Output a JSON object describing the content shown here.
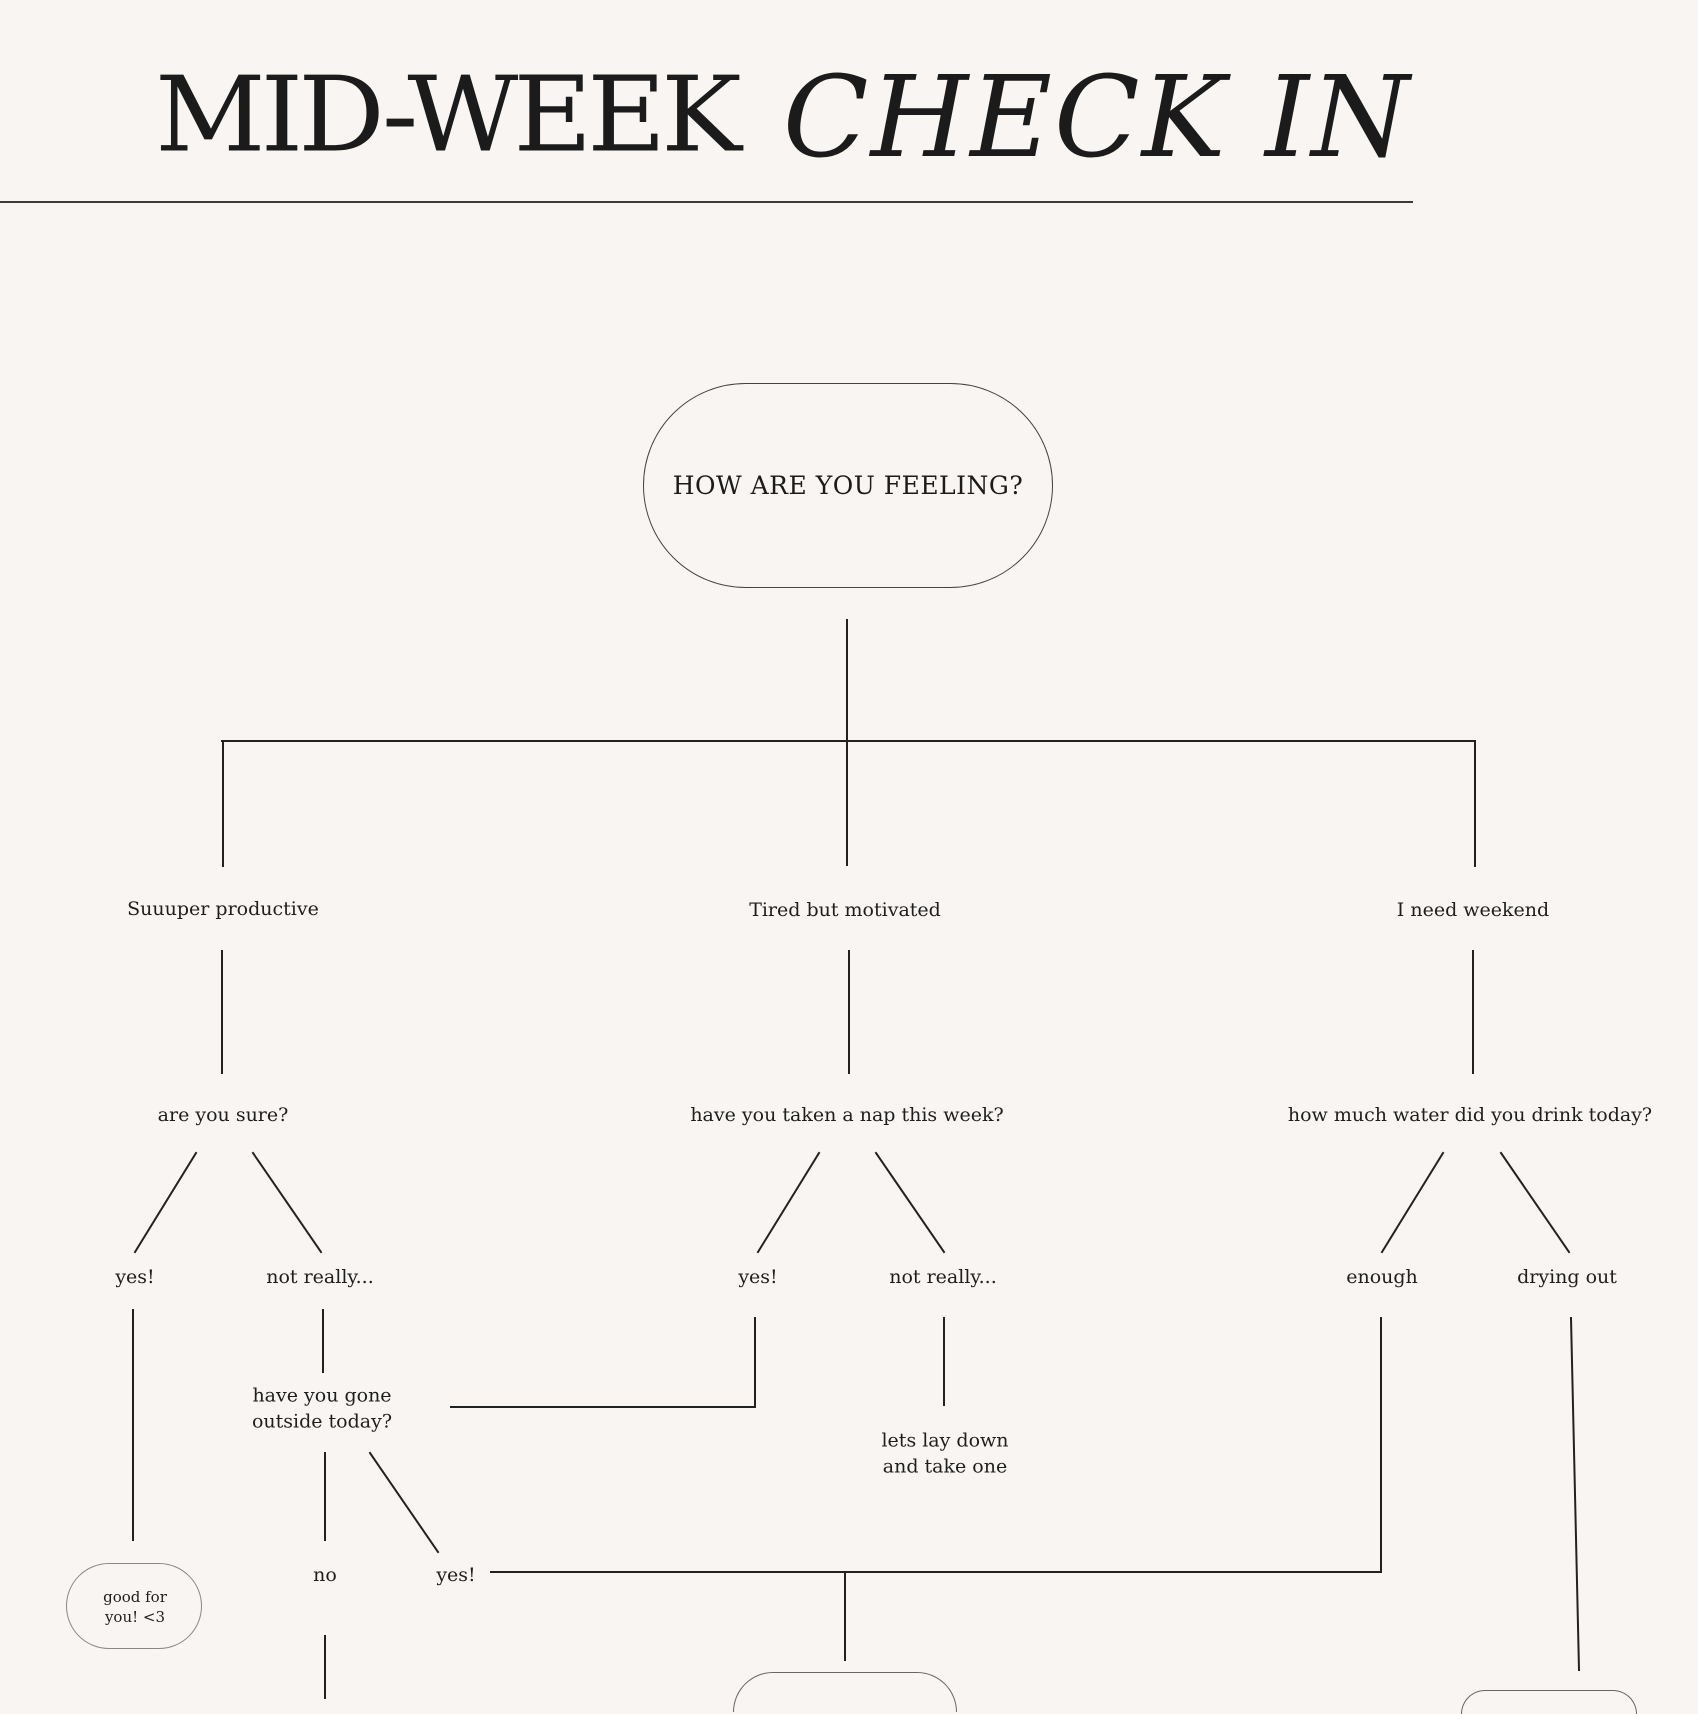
{
  "title": {
    "main": "MID-WEEK",
    "accent": "CHECK IN"
  },
  "root": {
    "label": "HOW ARE YOU FEELING?"
  },
  "branches": {
    "left": {
      "label": "Suuuper productive",
      "question": "are you sure?",
      "yes": "yes!",
      "no": "not really...",
      "followup": "have you gone outside today?",
      "followup_no": "no",
      "followup_yes": "yes!",
      "result": "good for you! <3"
    },
    "middle": {
      "label": "Tired but motivated",
      "question": "have you taken a nap this week?",
      "yes": "yes!",
      "no": "not really...",
      "result": "lets lay down and take one"
    },
    "right": {
      "label": "I need weekend",
      "question": "how much water did you drink today?",
      "left_answer": "enough",
      "right_answer": "drying out"
    }
  },
  "colors": {
    "background": "#f8f5f2",
    "ink": "#1b1b1b",
    "line": "#222222"
  }
}
